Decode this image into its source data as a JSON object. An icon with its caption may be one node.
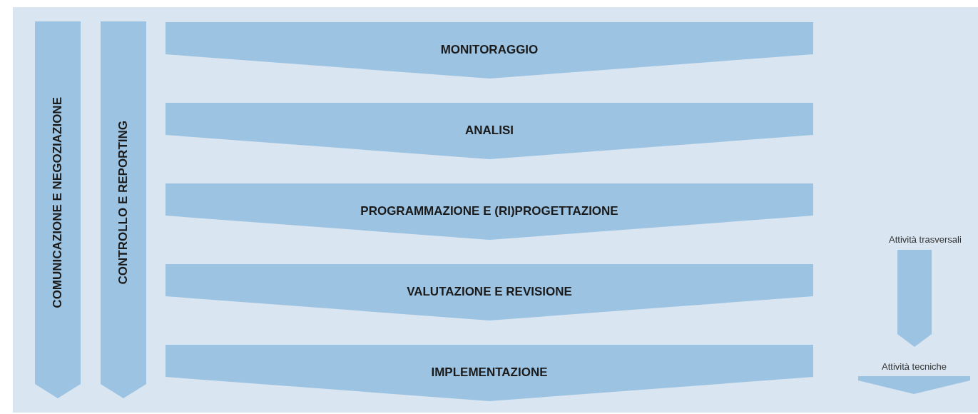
{
  "diagram": {
    "nodes": [
      {
        "text": [
          "COMUNICAZIONE E NEGOZIAZIONE"
        ]
      },
      {
        "text": [
          "CONTROLLO E REPORTING"
        ]
      },
      {
        "text": [
          "MONITORAGGIO"
        ]
      },
      {
        "text": [
          "ANALISI"
        ]
      },
      {
        "text": [
          "PROGRAMMAZIONE E (RI)PROGETTAZIONE"
        ]
      },
      {
        "text": [
          "VALUTAZIONE E REVISIONE"
        ]
      },
      {
        "text": [
          "IMPLEMENTAZIONE"
        ]
      }
    ],
    "edges": [],
    "legend": [
      {
        "text": "Attività trasversali"
      },
      {
        "text": "Attività tecniche"
      }
    ]
  }
}
